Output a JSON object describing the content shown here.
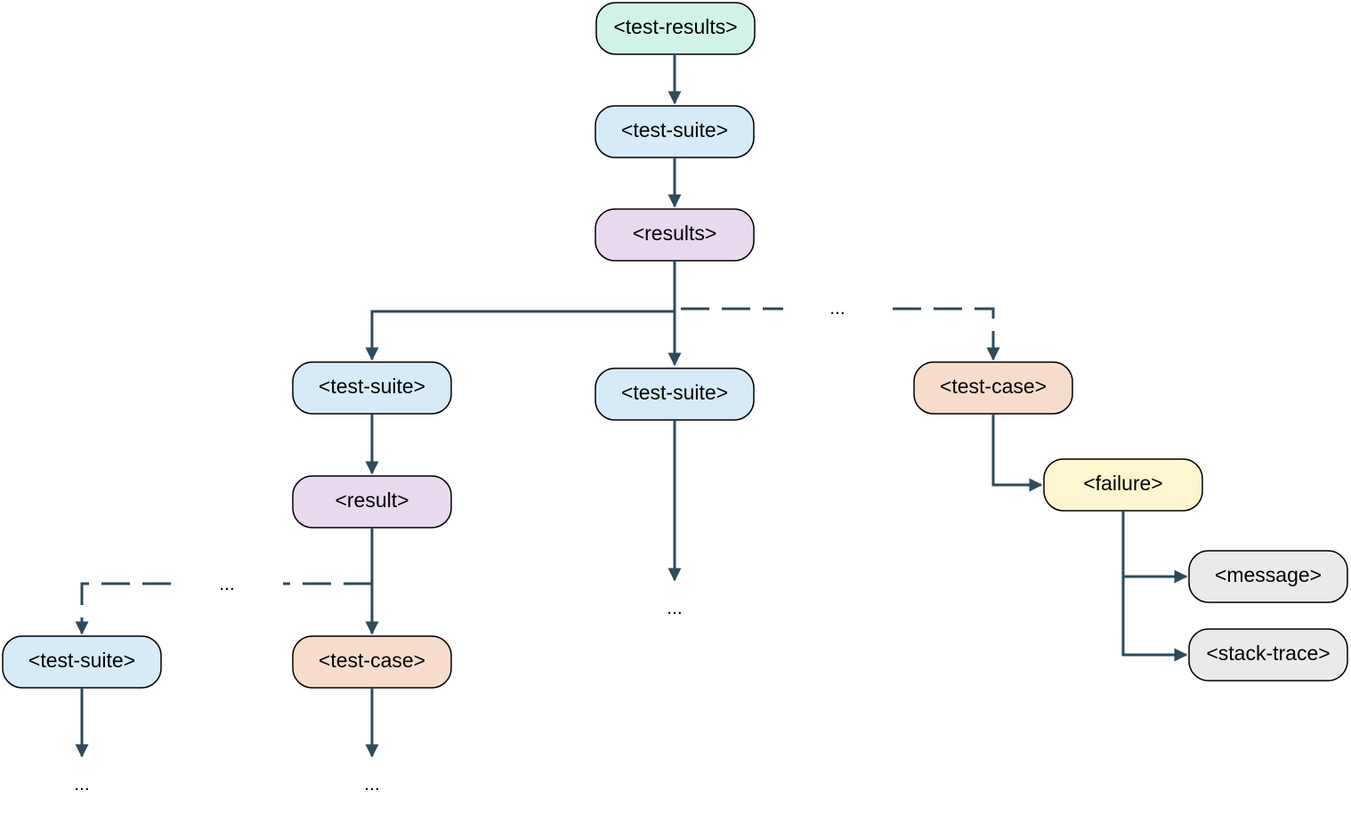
{
  "colors": {
    "root": "#d2f3e8",
    "suite": "#d6eaf8",
    "results": "#e8d9ef",
    "case": "#f7dccc",
    "failure": "#fdf6cf",
    "detail": "#e9eaeb",
    "edge": "#2f4a5a"
  },
  "nodes": {
    "test_results": "<test-results>",
    "test_suite_top": "<test-suite>",
    "results": "<results>",
    "test_suite_left": "<test-suite>",
    "test_suite_mid": "<test-suite>",
    "test_case_right": "<test-case>",
    "result": "<result>",
    "failure": "<failure>",
    "message": "<message>",
    "stack_trace": "<stack-trace>",
    "test_suite_bottom": "<test-suite>",
    "test_case_bottom": "<test-case>"
  },
  "ellipses": {
    "results_branch": "...",
    "mid_continuation": "...",
    "result_branch": "...",
    "suite_bottom_continuation": "...",
    "case_bottom_continuation": "..."
  }
}
